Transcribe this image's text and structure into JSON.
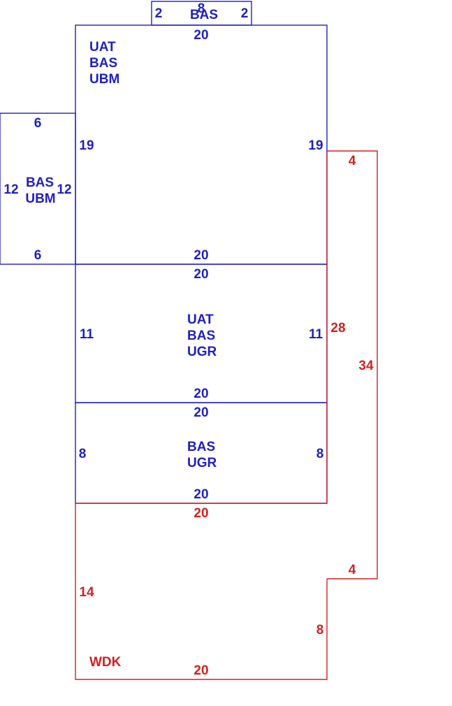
{
  "colors": {
    "living_area": "#1f1fbf",
    "deck": "#d42020"
  },
  "areas": {
    "top_bay": {
      "code": "BAS",
      "left_side": "2",
      "right_side": "2",
      "top_side": "8"
    },
    "main_upper": {
      "codes": [
        "UAT",
        "BAS",
        "UBM"
      ],
      "top": "20",
      "left": "19",
      "right": "19",
      "bottom": "20"
    },
    "left_wing": {
      "codes": [
        "BAS",
        "UBM"
      ],
      "top": "6",
      "left": "12",
      "right": "12",
      "bottom": "6"
    },
    "middle": {
      "codes": [
        "UAT",
        "BAS",
        "UGR"
      ],
      "top": "20",
      "left": "11",
      "right": "11",
      "bottom": "20"
    },
    "lower": {
      "codes": [
        "BAS",
        "UGR"
      ],
      "top": "20",
      "left": "8",
      "right": "8",
      "bottom": "20"
    },
    "deck": {
      "code": "WDK",
      "top": "20",
      "left": "14",
      "bottom": "20",
      "right_lower": "8",
      "step": "4",
      "right_tall": "34",
      "top_step": "4",
      "inner_side": "28"
    }
  }
}
